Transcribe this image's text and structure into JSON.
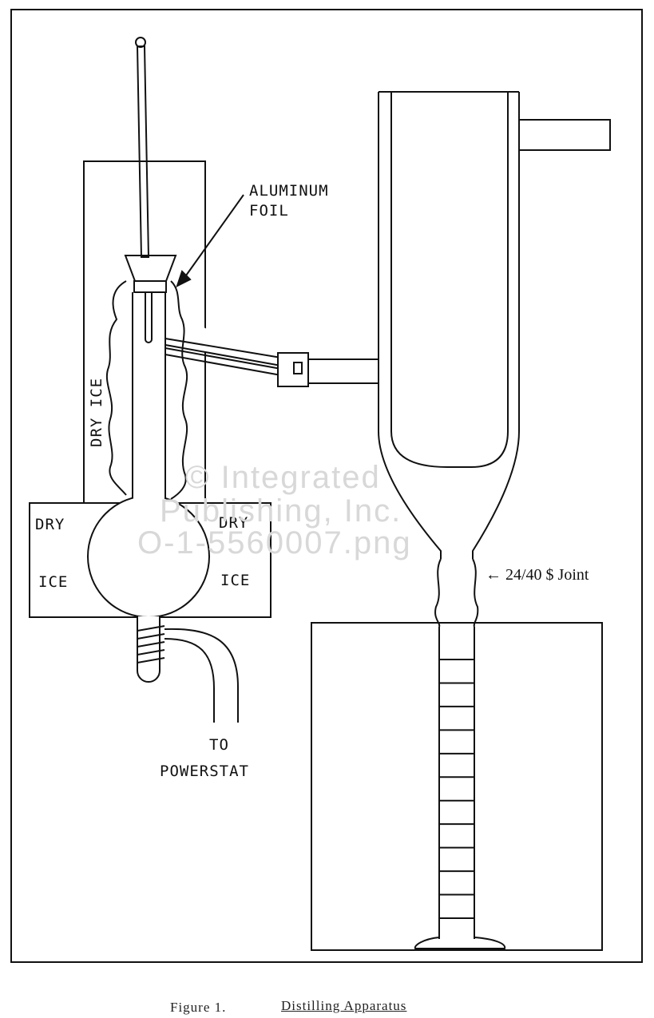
{
  "labels": {
    "aluminum_foil_line1": "ALUMINUM",
    "aluminum_foil_line2": "FOIL",
    "dry_ice_vertical": "DRY ICE",
    "dry_left": "DRY",
    "ice_left": "ICE",
    "dry_right": "DRY",
    "ice_right": "ICE",
    "joint": "← 24/40 $ Joint",
    "powerstat_line1": "TO",
    "powerstat_line2": "POWERSTAT"
  },
  "watermark": {
    "line1": "© Integrated",
    "line2": "Publishing, Inc.",
    "line3": "O-1-5560007.png"
  },
  "caption": {
    "number": "Figure 1.",
    "title": "Distilling Apparatus"
  },
  "graduations": {
    "count": 12
  },
  "colors": {
    "ink": "#111111",
    "watermark": "#d8d8d8"
  }
}
